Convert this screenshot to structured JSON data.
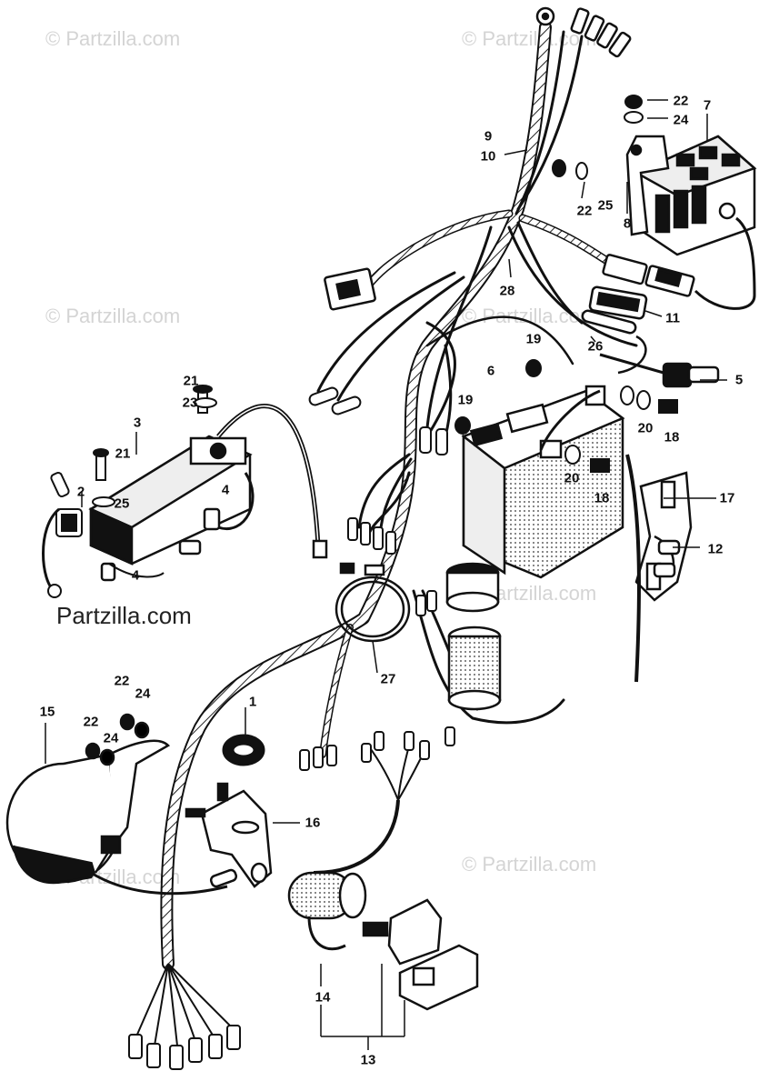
{
  "watermarks": [
    "© Partzilla.com",
    "© Partzilla.com",
    "© Partzilla.com",
    "© Partzilla.com",
    "Partzilla.com",
    "© Partzilla.com",
    "© Partzilla.com",
    "© Partzilla.com"
  ],
  "callouts": {
    "c1": "1",
    "c2": "2",
    "c3": "3",
    "c4a": "4",
    "c4b": "4",
    "c5": "5",
    "c6": "6",
    "c7": "7",
    "c8": "8",
    "c9": "9",
    "c10": "10",
    "c11": "11",
    "c12": "12",
    "c13": "13",
    "c14": "14",
    "c15": "15",
    "c16": "16",
    "c17": "17",
    "c18a": "18",
    "c18b": "18",
    "c19a": "19",
    "c19b": "19",
    "c20a": "20",
    "c20b": "20",
    "c21a": "21",
    "c21b": "21",
    "c22a": "22",
    "c22b": "22",
    "c22c": "22",
    "c22d": "22",
    "c23": "23",
    "c24a": "24",
    "c24b": "24",
    "c24c": "24",
    "c25a": "25",
    "c25b": "25",
    "c26": "26",
    "c27": "27",
    "c28": "28"
  }
}
